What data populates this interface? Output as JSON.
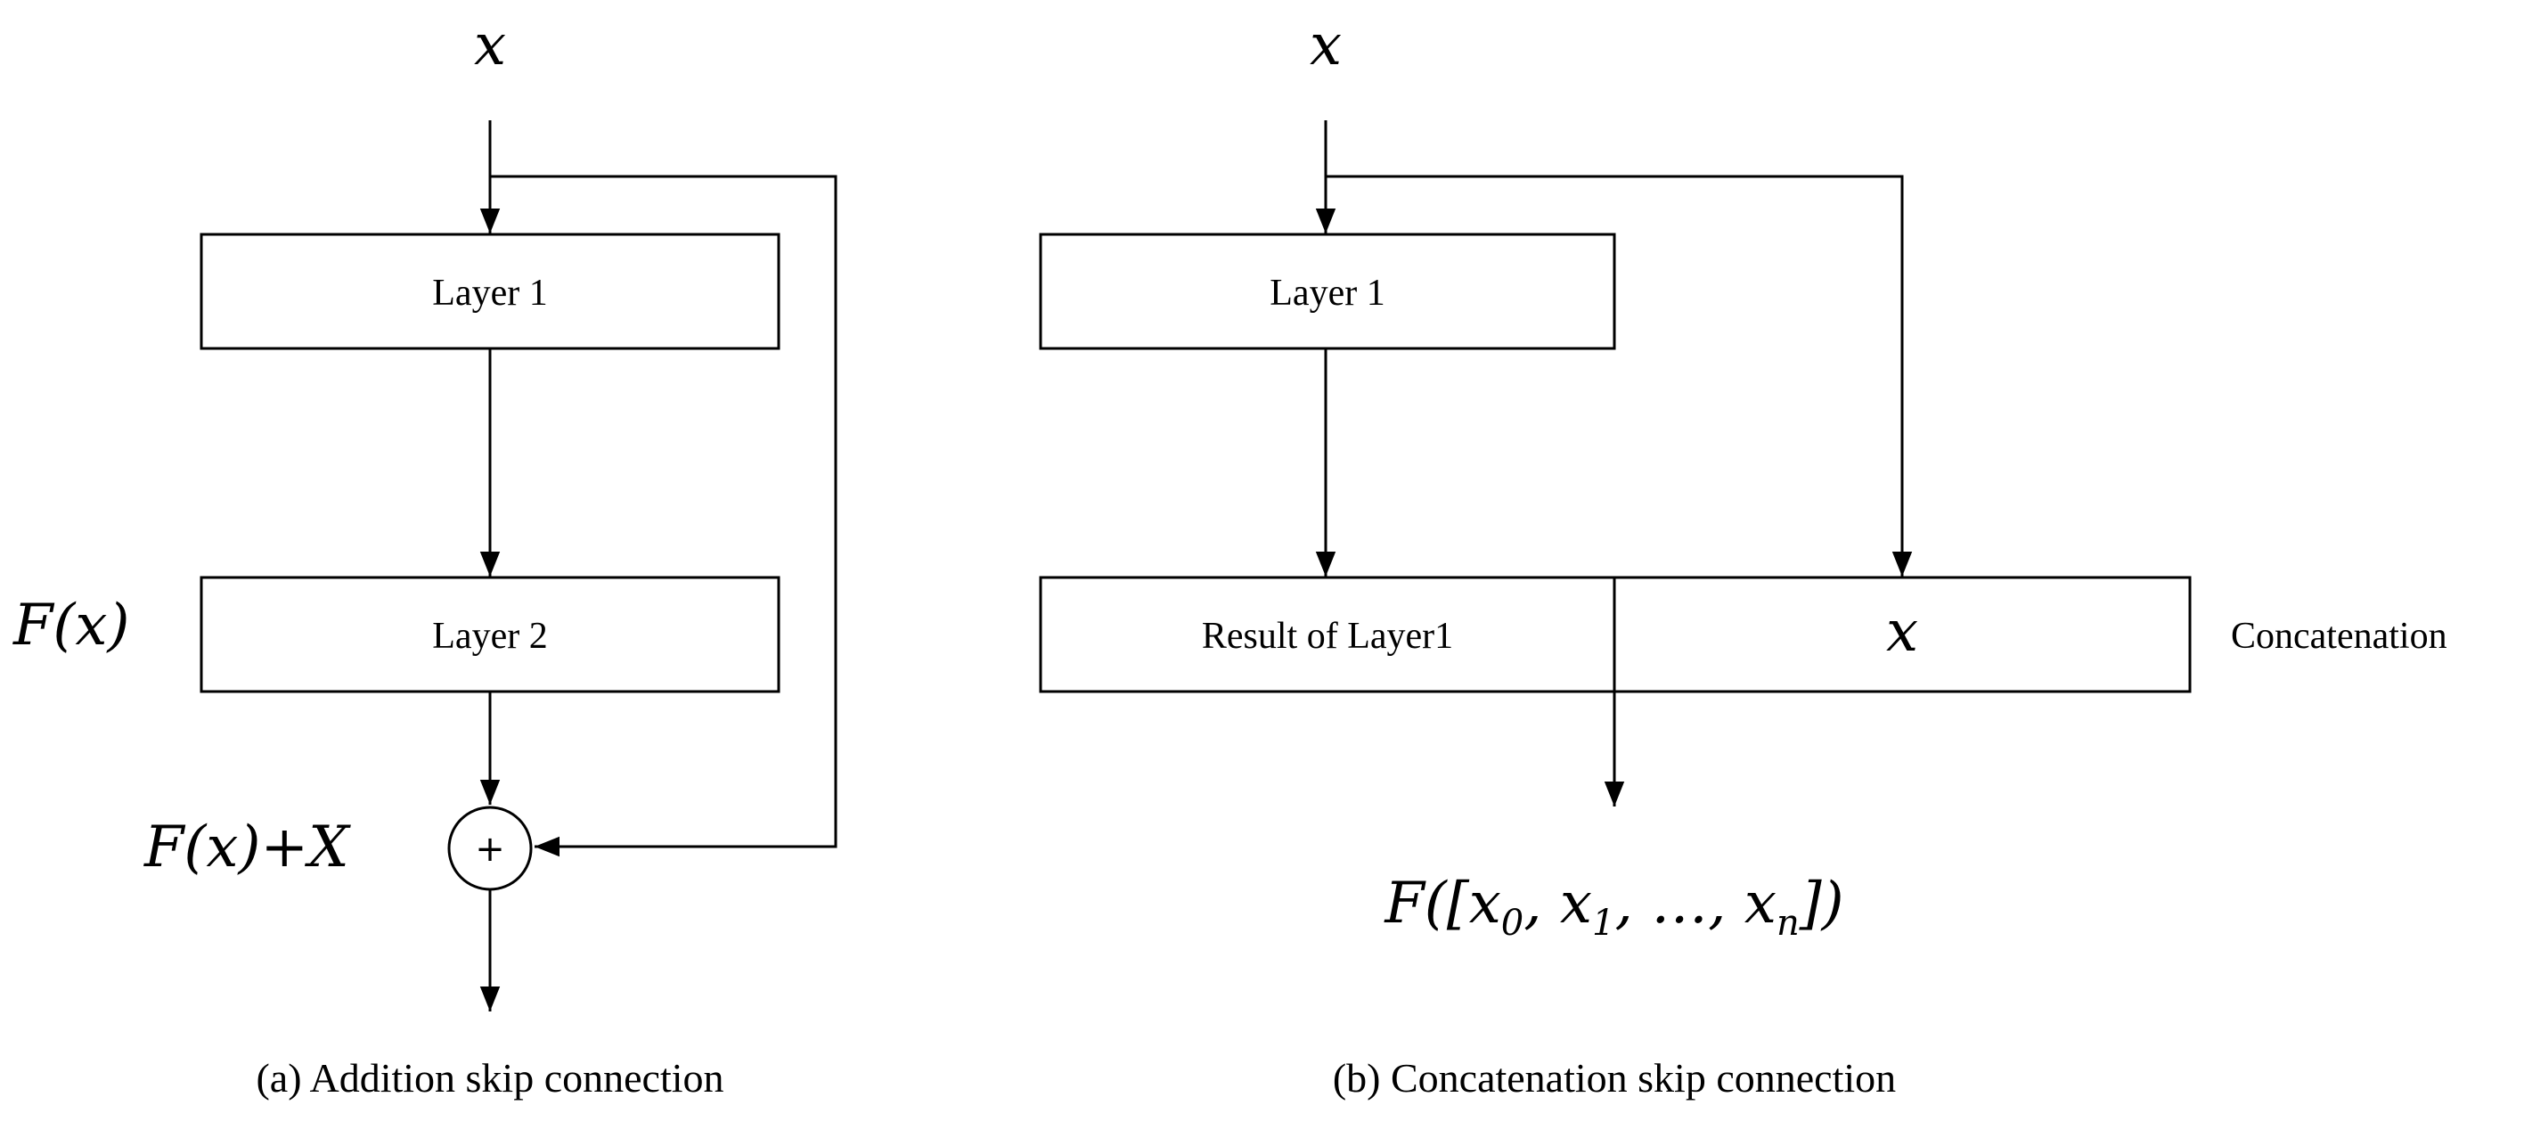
{
  "panel_a": {
    "input_label": "x",
    "layer1_label": "Layer 1",
    "layer2_label": "Layer 2",
    "fx_label": "F(x)",
    "sum_label": "F(x)+X",
    "adder_symbol": "+",
    "caption": "(a) Addition skip connection"
  },
  "panel_b": {
    "input_label": "x",
    "layer1_label": "Layer 1",
    "result_label": "Result of Layer1",
    "x_cell_label": "x",
    "concat_label": "Concatenation",
    "output_label": {
      "prefix": "F([",
      "x0": "x",
      "sub0": "0",
      "sep1": ", ",
      "x1": "x",
      "sub1": "1",
      "sep2": ", …, ",
      "xn": "x",
      "subn": "n",
      "suffix": "])"
    },
    "caption": "(b) Concatenation skip connection"
  }
}
